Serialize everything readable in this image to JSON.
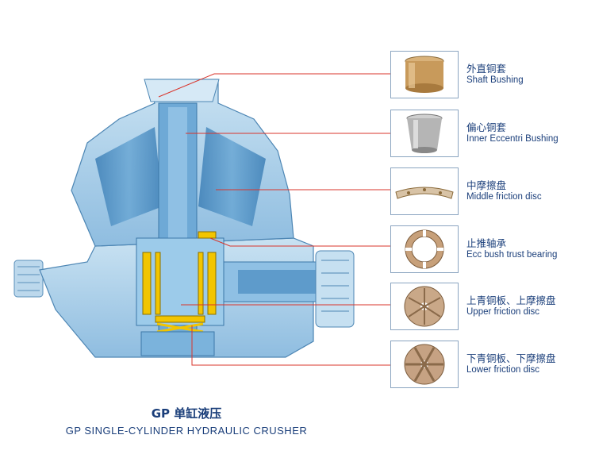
{
  "parts": [
    {
      "name_cn": "外直铜套",
      "name_en": "Shaft Bushing",
      "icon": "shaft-bushing-photo"
    },
    {
      "name_cn": "偏心铜套",
      "name_en": "Inner Eccentri Bushing",
      "icon": "eccentric-bushing-photo"
    },
    {
      "name_cn": "中摩擦盘",
      "name_en": "Middle friction disc",
      "icon": "middle-friction-disc-photo"
    },
    {
      "name_cn": "止推轴承",
      "name_en": "Ecc bush trust bearing",
      "icon": "thrust-bearing-photo"
    },
    {
      "name_cn": "上青铜板、上摩擦盘",
      "name_en": "Upper friction disc",
      "icon": "upper-friction-disc-photo"
    },
    {
      "name_cn": "下青铜板、下摩擦盘",
      "name_en": "Lower friction disc",
      "icon": "lower-friction-disc-photo"
    }
  ],
  "title": {
    "cn": "GP 单缸液压",
    "en": "GP SINGLE-CYLINDER HYDRAULIC CRUSHER"
  },
  "colors": {
    "leader_line": "#d9342b",
    "body_fill": "#a9cde6",
    "body_dark": "#4e8fc0",
    "bronze_highlight": "#f2c500",
    "text": "#1a3e7a"
  }
}
